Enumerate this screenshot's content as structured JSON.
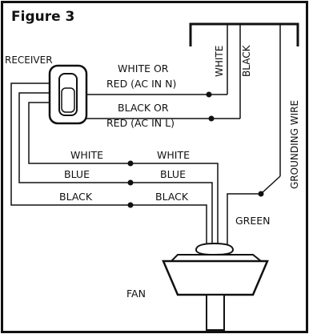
{
  "figure": {
    "title": "Figure 3"
  },
  "colors": {
    "line": "#111111",
    "background": "#ffffff",
    "device_fill": "#ffffff"
  },
  "receiver": {
    "label": "RECEIVER"
  },
  "fan": {
    "label": "FAN"
  },
  "supply": {
    "white_label": "WHITE",
    "black_label": "BLACK",
    "ground_label": "GROUNDING WIRE"
  },
  "receiver_inputs": {
    "neutral_line1": "WHITE OR",
    "neutral_line2": "RED (AC IN N)",
    "live_line1": "BLACK OR",
    "live_line2": "RED (AC IN L)"
  },
  "receiver_outputs": [
    {
      "left": "WHITE",
      "right": "WHITE"
    },
    {
      "left": "BLUE",
      "right": "BLUE"
    },
    {
      "left": "BLACK",
      "right": "BLACK"
    }
  ],
  "fan_ground": {
    "label": "GREEN"
  }
}
